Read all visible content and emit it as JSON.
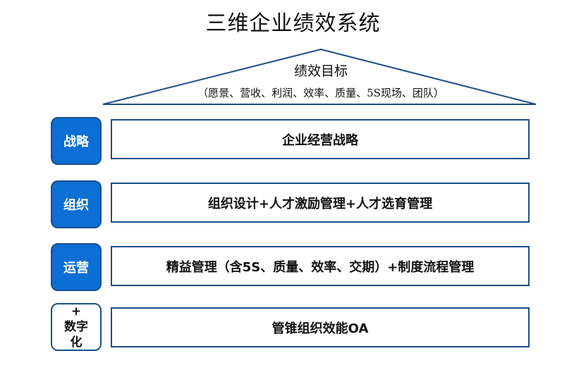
{
  "title": "三维企业绩效系统",
  "roof": {
    "title": "绩效目标",
    "subtitle": "（愿景、营收、利润、效率、质量、5S现场、团队）"
  },
  "rows": [
    {
      "label": "战略",
      "content": "企业经营战略"
    },
    {
      "label": "组织",
      "content": "组织设计+人才激励管理+人才选育管理"
    },
    {
      "label": "运营",
      "content": "精益管理（含5S、质量、效率、交期）+制度流程管理"
    },
    {
      "label_lines": [
        "+",
        "数字",
        "化"
      ],
      "content": "管锥组织效能OA"
    }
  ],
  "colors": {
    "label_fill": "#0b6fd4",
    "border": "#1b4f8a"
  }
}
